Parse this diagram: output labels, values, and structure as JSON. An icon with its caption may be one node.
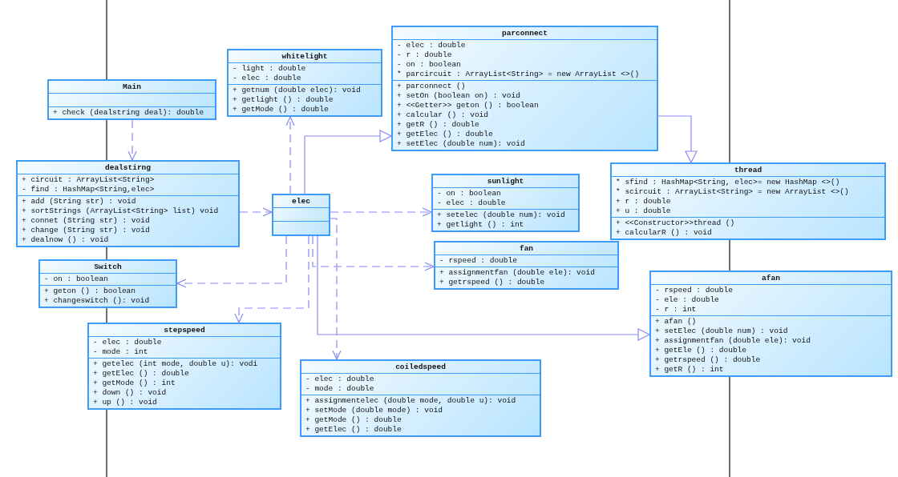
{
  "diagram": {
    "nodes": [
      {
        "text": [
          "Main"
        ]
      },
      {
        "text": [],
        "shape": "box",
        "in": 0
      },
      {
        "text": [
          "+ check (dealstring deal): double"
        ],
        "in": 0
      },
      {
        "text": [
          "whitelight"
        ]
      },
      {
        "text": [
          "- light : double",
          "- elec : double"
        ],
        "in": 3
      },
      {
        "text": [
          "+ getnum (double elec): void",
          "+ getlight () : double",
          "+ getMode () : double"
        ],
        "in": 3
      },
      {
        "text": [
          "parconnect"
        ]
      },
      {
        "text": [
          "- elec : double",
          "- r : double",
          "- on : boolean",
          "* parcircuit : ArrayList<String> = new ArrayList <>()"
        ],
        "in": 6
      },
      {
        "text": [
          "+ parconnect ()",
          "+ setOn (boolean on) : void",
          "+ <<Getter>> geton () : boolean",
          "+ calcular () : void",
          "+ getR () : double",
          "+ getElec () : double",
          "+ setElec (double num): void"
        ],
        "in": 6
      },
      {
        "text": [
          "dealstirng"
        ]
      },
      {
        "text": [
          "+ circuit : ArrayList<String>",
          "- find : HashMap<String,elec>"
        ],
        "in": 9
      },
      {
        "text": [
          "+ add (String str) : void",
          "+ sortStrings (ArrayList<String> list) void",
          "+ connet (String str) : void",
          "+ change (String str) : void",
          "+ dealnow () : void"
        ],
        "in": 9
      },
      {
        "text": [
          "elec"
        ]
      },
      {
        "text": [],
        "shape": "box",
        "in": 12
      },
      {
        "text": [],
        "shape": "box",
        "in": 12
      },
      {
        "text": [
          "sunlight"
        ]
      },
      {
        "text": [
          "- on : boolean",
          "- elec : double"
        ],
        "in": 15
      },
      {
        "text": [
          "+ setelec (double num): void",
          "+ getlight () : int"
        ],
        "in": 15
      },
      {
        "text": [
          "thread"
        ]
      },
      {
        "text": [
          "* sfind : HashMap<String, elec>= new HashMap <>()",
          "* scircuit : ArrayList<String> = new ArrayList <>()",
          "+ r : double",
          "+ u : double"
        ],
        "in": 18
      },
      {
        "text": [
          "+ <<Constructor>>thread ()",
          "+ calcularR () : void"
        ],
        "in": 18
      },
      {
        "text": [
          "fan"
        ]
      },
      {
        "text": [
          "- rspeed : double"
        ],
        "in": 21
      },
      {
        "text": [
          "+ assignmentfan (double ele): void",
          "+ getrspeed () : double"
        ],
        "in": 21
      },
      {
        "text": [
          "Switch"
        ]
      },
      {
        "text": [
          "- on : boolean"
        ],
        "in": 24
      },
      {
        "text": [
          "+ geton () : boolean",
          "+ changeswitch (): void"
        ],
        "in": 24
      },
      {
        "text": [
          "afan"
        ]
      },
      {
        "text": [
          "- rspeed : double",
          "- ele : double",
          "- r : int"
        ],
        "in": 27
      },
      {
        "text": [
          "+ afan ()",
          "+ setElec (double num) : void",
          "+ assignmentfan (double ele): void",
          "+ getEle () : double",
          "+ getrspeed () : double",
          "+ getR () : int"
        ],
        "in": 27
      },
      {
        "text": [
          "stepspeed"
        ]
      },
      {
        "text": [
          "- elec : double",
          "- mode : int"
        ],
        "in": 30
      },
      {
        "text": [
          "+ getelec (int mode, double u): vodi",
          "+ getElec () : double",
          "+ getMode () : int",
          "+ down () : void",
          "+ up () : void"
        ],
        "in": 30
      },
      {
        "text": [
          "coiledspeed"
        ]
      },
      {
        "text": [
          "- elec : double",
          "- mode : double"
        ],
        "in": 33
      },
      {
        "text": [
          "+ assignmentelec (double mode, double u): void",
          "+ setMode (double mode) : void",
          "+ getMode () : double",
          "+ getElec () : double"
        ],
        "in": 33
      }
    ],
    "edges": [
      {
        "from": 0,
        "to": 9,
        "arrow": "to",
        "style": "dashed"
      },
      {
        "from": 9,
        "to": 12,
        "arrow": "to",
        "style": "dashed"
      },
      {
        "from": 12,
        "to": 3,
        "arrow": "to",
        "style": "dashed"
      },
      {
        "from": 12,
        "to": 6,
        "arrow": "to"
      },
      {
        "from": 6,
        "to": 18,
        "arrow": "to"
      },
      {
        "from": 12,
        "to": 15,
        "arrow": "to",
        "style": "dashed"
      },
      {
        "from": 12,
        "to": 21,
        "arrow": "to",
        "style": "dashed"
      },
      {
        "from": 12,
        "to": 24,
        "arrow": "to",
        "style": "dashed"
      },
      {
        "from": 12,
        "to": 30,
        "arrow": "to",
        "style": "dashed"
      },
      {
        "from": 12,
        "to": 33,
        "arrow": "to",
        "style": "dashed"
      },
      {
        "from": 12,
        "to": 27,
        "arrow": "to"
      }
    ]
  }
}
